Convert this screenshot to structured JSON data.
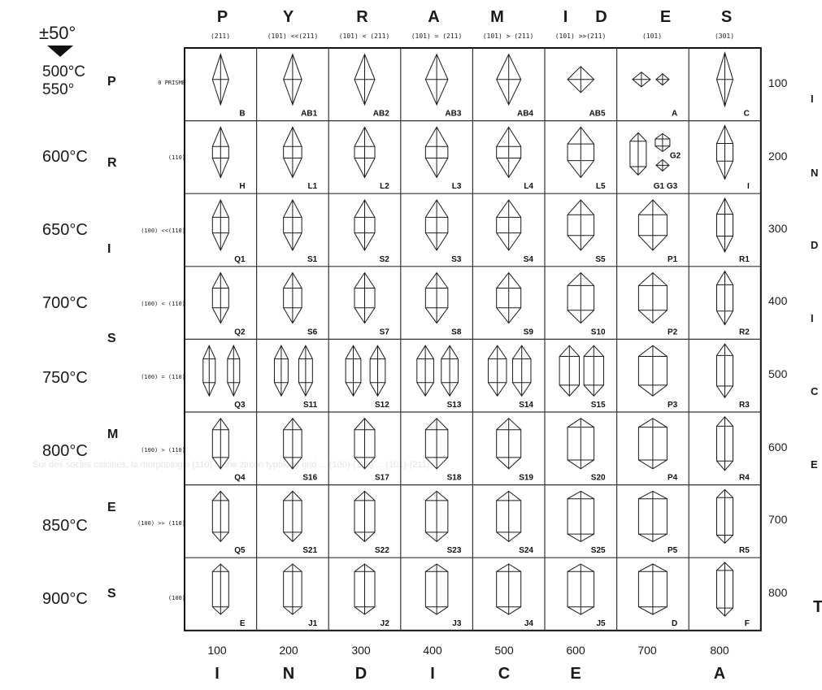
{
  "corner": {
    "temp_range": "±50°"
  },
  "top_letters": [
    "P",
    "Y",
    "R",
    "A",
    "M",
    "I",
    "D",
    "E",
    "S"
  ],
  "bottom_letters": [
    "I",
    "N",
    "D",
    "I",
    "C",
    "E",
    "A"
  ],
  "right_letters": [
    "I",
    "N",
    "D",
    "I",
    "C",
    "E",
    "T"
  ],
  "left_letters": [
    "P",
    "R",
    "I",
    "S",
    "M",
    "E",
    "S"
  ],
  "column_ratios": [
    "(211)",
    "(101) <<(211)",
    "(101) < (211)",
    "(101) = (211)",
    "(101) > (211)",
    "(101) >>(211)",
    "(101)",
    "(301)"
  ],
  "row_temps": [
    "500°C\n550°",
    "600°C",
    "650°C",
    "700°C",
    "750°C",
    "800°C",
    "850°C",
    "900°C"
  ],
  "row_ratios": [
    "0 PRISME",
    "(110)",
    "(100) <<(110)",
    "(100) < (110)",
    "(100) = (110)",
    "(100) > (110)",
    "(100) >> (110)",
    "(100)"
  ],
  "row_indices": [
    "100",
    "200",
    "300",
    "400",
    "500",
    "600",
    "700",
    "800"
  ],
  "col_indices": [
    "100",
    "200",
    "300",
    "400",
    "500",
    "600",
    "700",
    "800"
  ],
  "cells": [
    [
      "B",
      "AB1",
      "AB2",
      "AB3",
      "AB4",
      "AB5",
      "A",
      "C"
    ],
    [
      "H",
      "L1",
      "L2",
      "L3",
      "L4",
      "L5",
      "G1  G3",
      "I"
    ],
    [
      "Q1",
      "S1",
      "S2",
      "S3",
      "S4",
      "S5",
      "P1",
      "R1"
    ],
    [
      "Q2",
      "S6",
      "S7",
      "S8",
      "S9",
      "S10",
      "P2",
      "R2"
    ],
    [
      "Q3",
      "S11",
      "S12",
      "S13",
      "S14",
      "S15",
      "P3",
      "R3"
    ],
    [
      "Q4",
      "S16",
      "S17",
      "S18",
      "S19",
      "S20",
      "P4",
      "R4"
    ],
    [
      "Q5",
      "S21",
      "S22",
      "S23",
      "S24",
      "S25",
      "P5",
      "R5"
    ],
    [
      "E",
      "J1",
      "J2",
      "J3",
      "J4",
      "J5",
      "D",
      "F"
    ]
  ],
  "extra_label_g2": "G2",
  "background_text": "Sur des socles calcinés, la morphologie (110) ... the zircon typology grid ... (100)-(110) ... (101)-(211)"
}
